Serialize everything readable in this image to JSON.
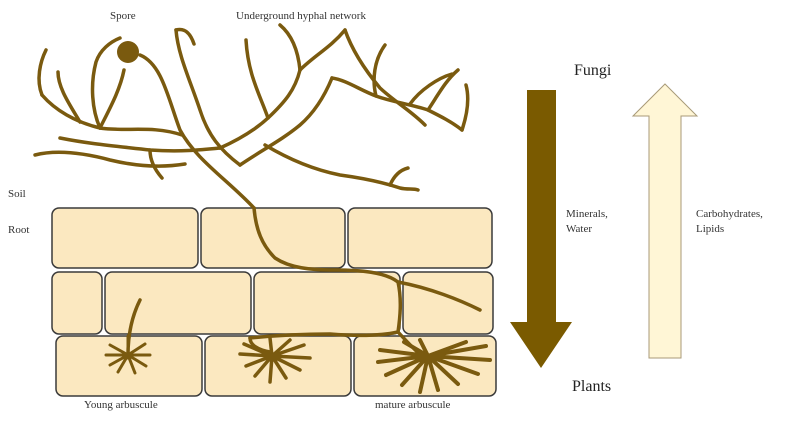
{
  "labels": {
    "spore": "Spore",
    "network": "Underground hyphal network",
    "soil": "Soil",
    "root": "Root",
    "fungi": "Fungi",
    "plants": "Plants",
    "young_arbuscule": "Young arbuscule",
    "mature_arbuscule": "mature arbuscule"
  },
  "flows": {
    "down": {
      "line1": "Minerals,",
      "line2": "Water",
      "color": "#7a5a00"
    },
    "up": {
      "line1": "Carbohydrates,",
      "line2": "Lipids",
      "color": "#fff6d6"
    }
  },
  "colors": {
    "hypha": "#7a5a0f",
    "cell_fill": "#fbe8c0",
    "cell_stroke": "#3a3a3a"
  }
}
